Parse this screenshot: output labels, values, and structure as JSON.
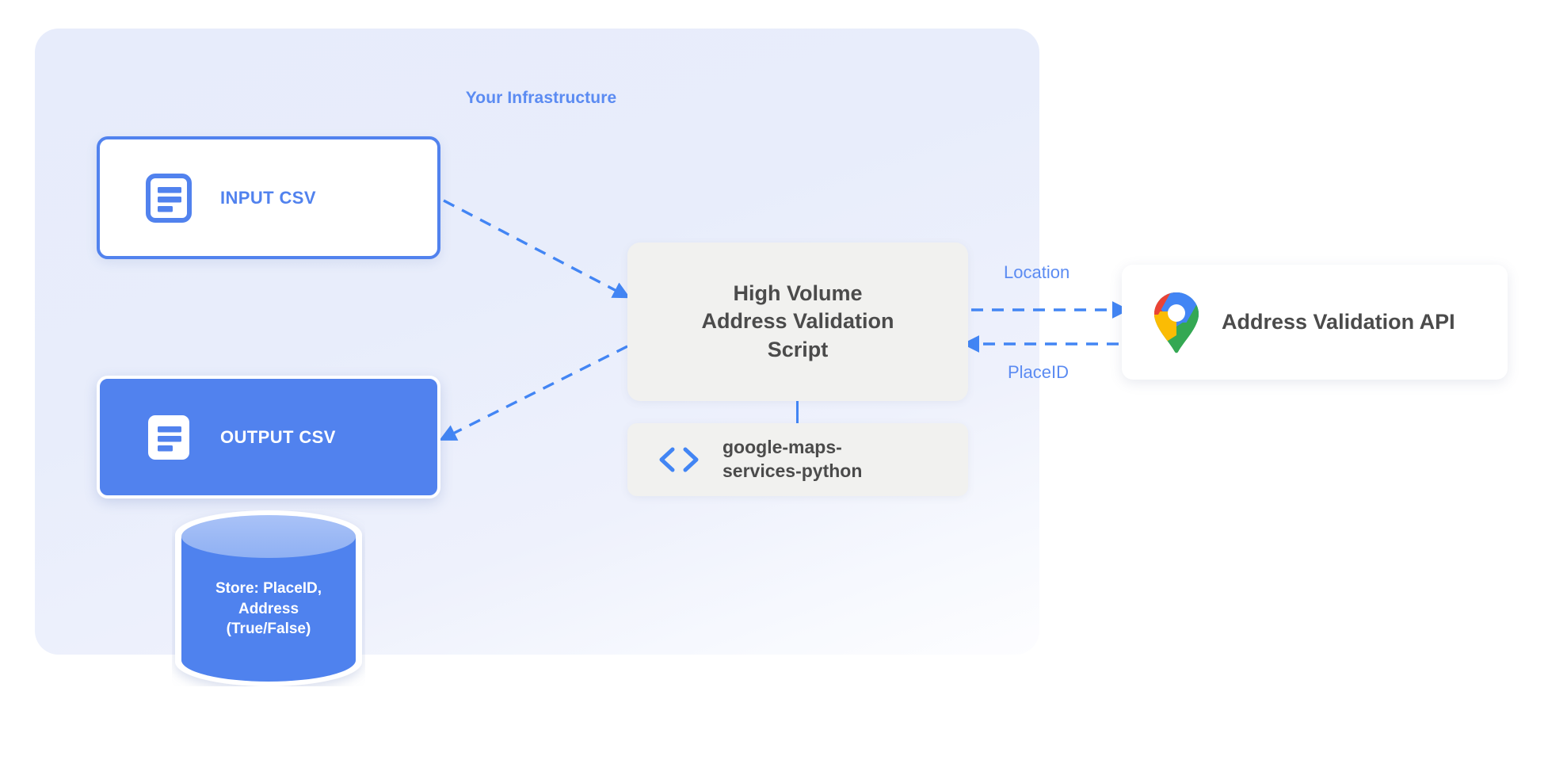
{
  "panel": {
    "title": "Your Infrastructure",
    "title_color": "#5b8bf2",
    "background_color": "#e8edfb"
  },
  "nodes": {
    "input_csv": {
      "label": "INPUT CSV",
      "icon": "document-icon",
      "accent_color": "#5182ee",
      "fill": "#ffffff"
    },
    "output_csv": {
      "label": "OUTPUT CSV",
      "icon": "document-icon",
      "accent_color": "#ffffff",
      "fill": "#5182ee"
    },
    "script": {
      "lines": [
        "High Volume",
        "Address Validation",
        "Script"
      ],
      "fill": "#f1f1ef",
      "text_color": "#4b4b4b"
    },
    "library": {
      "lines": [
        "google-maps-",
        "services-python"
      ],
      "icon": "code-brackets-icon",
      "fill": "#f1f1ef",
      "icon_color": "#4285f4"
    },
    "api": {
      "label": "Address Validation API",
      "icon": "google-maps-pin-icon",
      "fill": "#ffffff",
      "text_color": "#4b4b4b"
    },
    "database": {
      "lines": [
        "Store: PlaceID,",
        "Address",
        "(True/False)"
      ],
      "icon": "database-cylinder-icon",
      "body_color": "#4f82ee",
      "top_color": "#9bb9f5",
      "text_color": "#ffffff"
    }
  },
  "edges": {
    "input_to_script": {
      "style": "dashed",
      "direction": "to-script",
      "color": "#4285f4"
    },
    "script_to_output": {
      "style": "dashed",
      "direction": "to-output",
      "color": "#4285f4"
    },
    "script_to_api": {
      "label": "Location",
      "style": "dashed",
      "direction": "right",
      "color": "#4285f4"
    },
    "api_to_script": {
      "label": "PlaceID",
      "style": "dashed",
      "direction": "left",
      "color": "#4285f4"
    },
    "script_to_library": {
      "style": "solid",
      "color": "#4285f4"
    }
  }
}
